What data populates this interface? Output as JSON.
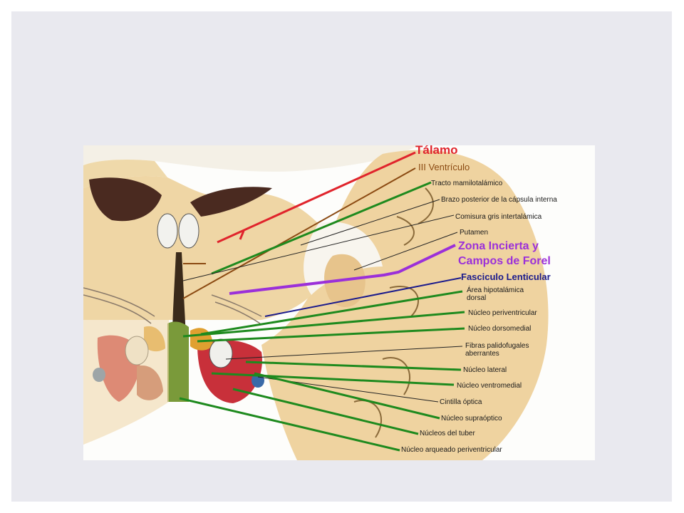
{
  "figure": {
    "labels": {
      "talamo": "Tálamo",
      "iii_ventriculo": "III Ventrículo",
      "tracto_mamilotalamico": "Tracto mamilotalámico",
      "brazo_posterior": "Brazo posterior de la cápsula interna",
      "comisura_gris": "Comisura gris intertalámica",
      "putamen": "Putamen",
      "zona_incierta_1": "Zona Incierta y",
      "zona_incierta_2": "Campos de Forel",
      "fasciculo_lenticular": "Fasciculo Lenticular",
      "area_hipotalamica_1": "Área hipotalámica",
      "area_hipotalamica_2": "dorsal",
      "nucleo_periventricular": "Núcleo periventricular",
      "nucleo_dorsomedial": "Núcleo dorsomedial",
      "fibras_1": "Fibras palidofugales",
      "fibras_2": "aberrantes",
      "nucleo_lateral": "Núcleo lateral",
      "nucleo_ventromedial": "Núcleo ventromedial",
      "cintilla_optica": "Cintilla óptica",
      "nucleo_supraoptico": "Núcleo supraóptico",
      "nucleos_tuber": "Núcleos del tuber",
      "nucleo_arqueado": "Núcleo arqueado periventricular"
    },
    "colors": {
      "talamo": "#e0242c",
      "iii_ventriculo": "#8b4a12",
      "zona_incierta": "#9b30d9",
      "fasciculo_lenticular": "#1a1a8c",
      "green_leader": "#1e8a1e",
      "black_leader": "#222222"
    }
  }
}
